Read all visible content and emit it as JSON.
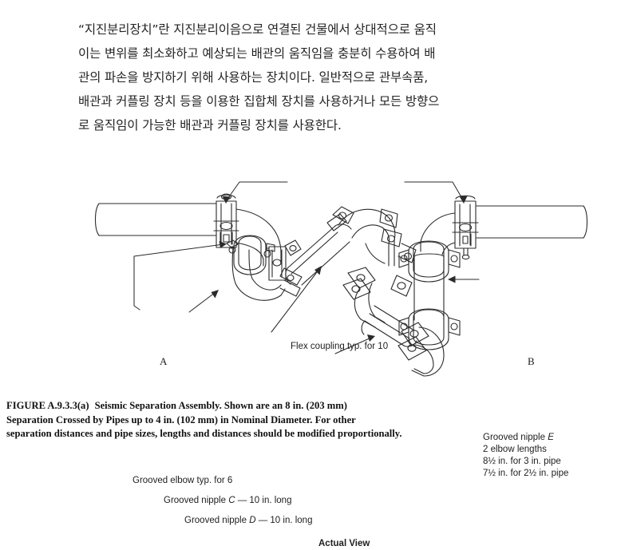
{
  "document": {
    "body_paragraph": {
      "lines": [
        "“지진분리장치”란 지진분리이음으로 연결된 건물에서 상대적으로 움직",
        "이는 변위를 최소화하고 예상되는 배관의 움직임을 충분히 수용하여 배",
        "관의 파손을 방지하기 위해 사용하는 장치이다. 일반적으로 관부속품,",
        "배관과 커플링 장치 등을 이용한 집합체 장치를 사용하거나 모든 방향으",
        "로 움직임이 가능한 배관과 커플링 장치를 사용한다."
      ]
    },
    "figure": {
      "labels": {
        "flex_coupling": "Flex coupling typ. for 10",
        "pipe_a": "A",
        "pipe_b": "B",
        "grooved_nipple_e_line1": "Grooved nipple ",
        "grooved_nipple_e_italic": "E",
        "grooved_nipple_e_line2": "2 elbow lengths",
        "grooved_nipple_e_line3": "8½ in. for 3 in. pipe",
        "grooved_nipple_e_line4": "7½ in. for 2½ in. pipe",
        "grooved_elbow": "Grooved elbow typ. for 6",
        "grooved_nipple_c_pre": "Grooved nipple ",
        "grooved_nipple_c_italic": "C",
        "grooved_nipple_c_post": " — 10 in. long",
        "grooved_nipple_d_pre": "Grooved nipple ",
        "grooved_nipple_d_italic": "D",
        "grooved_nipple_d_post": " — 10 in. long",
        "view_name": "Actual View"
      }
    },
    "caption": {
      "figure_number": "FIGURE A.9.3.3(a)",
      "line1_rest": "Seismic Separation Assembly. Shown are an 8 in. (203 mm)",
      "line2": "Separation Crossed by Pipes up to 4 in. (102 mm) in Nominal Diameter. For other",
      "line3": "separation distances and pipe sizes, lengths and distances should be modified proportionally."
    },
    "colors": {
      "page_background": "#ffffff",
      "text": "#1a1a1a",
      "line_art": "#2b2b2b",
      "line_art_light": "#4a4a4a"
    }
  }
}
